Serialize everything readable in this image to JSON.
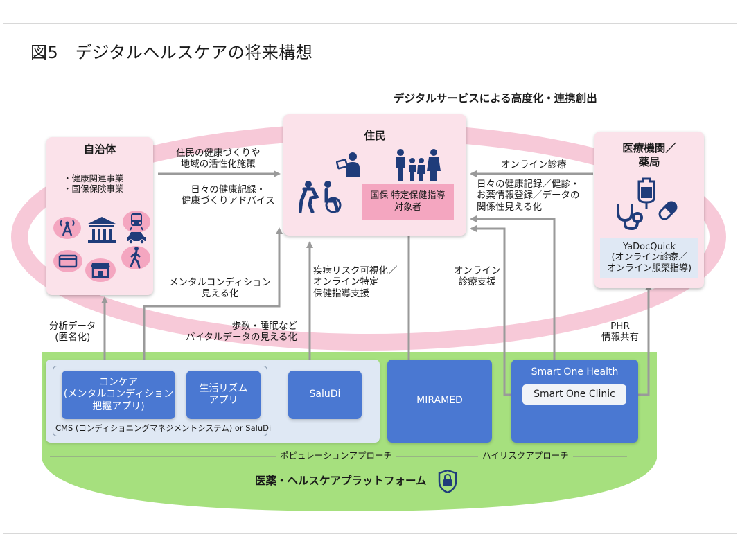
{
  "figure": {
    "title": "図5　デジタルヘルスケアの将来構想",
    "subtitle": "デジタルサービスによる高度化・連携創出"
  },
  "colors": {
    "pink_box": "#fbe2ea",
    "pink_ring": "#f7c9d8",
    "pink_label": "#f4a6c0",
    "blue_box": "#4a78d2",
    "light_blue_panel": "#dfe8f4",
    "green_platform": "#a6e07e",
    "navy_icon": "#1f3c7a",
    "arrow_gray": "#9a9a9a"
  },
  "nodes": {
    "municipality": {
      "title": "自治体",
      "bullets": "・健康関連事業\n・国保保険事業",
      "icons": [
        "antenna-icon",
        "city-hall-icon",
        "train-icon",
        "car-icon",
        "card-icon",
        "shop-icon",
        "walking-person-icon"
      ]
    },
    "residents": {
      "title": "住民",
      "target_label": "国保 特定保健指導\n対象者",
      "icons": [
        "person-tablet-icon",
        "caregiver-wheelchair-icon",
        "family-icon"
      ]
    },
    "medical": {
      "title": "医療機関／\n薬局",
      "icons": [
        "iv-bag-icon",
        "stethoscope-icon",
        "pill-icon"
      ],
      "service": "YaDocQuick\n(オンライン診療／\nオンライン服薬指導)"
    }
  },
  "edges": {
    "muni_to_res_1": "住民の健康づくりや\n地域の活性化施策",
    "muni_to_res_2": "日々の健康記録・\n健康づくりアドバイス",
    "med_to_res_1": "オンライン診療",
    "med_to_res_2": "日々の健康記録／健診・\nお薬情報登録／データの\n関係性見える化",
    "mental": "メンタルコンディション\n見える化",
    "vital": "歩数・睡眠など\nバイタルデータの見える化",
    "risk": "疾病リスク可視化／\nオンライン特定\n保健指導支援",
    "online_support": "オンライン\n診療支援",
    "analysis": "分析データ\n(匿名化)",
    "phr": "PHR\n情報共有"
  },
  "platform": {
    "cms_panel_label": "CMS (コンディショニングマネジメントシステム) or SaluDi",
    "apps": {
      "concare": "コンケア\n(メンタルコンディション\n把握アプリ)",
      "rhythm": "生活リズム\nアプリ",
      "saludi": "SaluDi",
      "miramed": "MIRAMED",
      "smart_one_health": "Smart One Health",
      "smart_one_clinic": "Smart One Clinic"
    },
    "population_approach": "ポピュレーションアプローチ",
    "high_risk_approach": "ハイリスクアプローチ",
    "name": "医薬・ヘルスケアプラットフォーム",
    "lock_icon": "lock-icon"
  }
}
